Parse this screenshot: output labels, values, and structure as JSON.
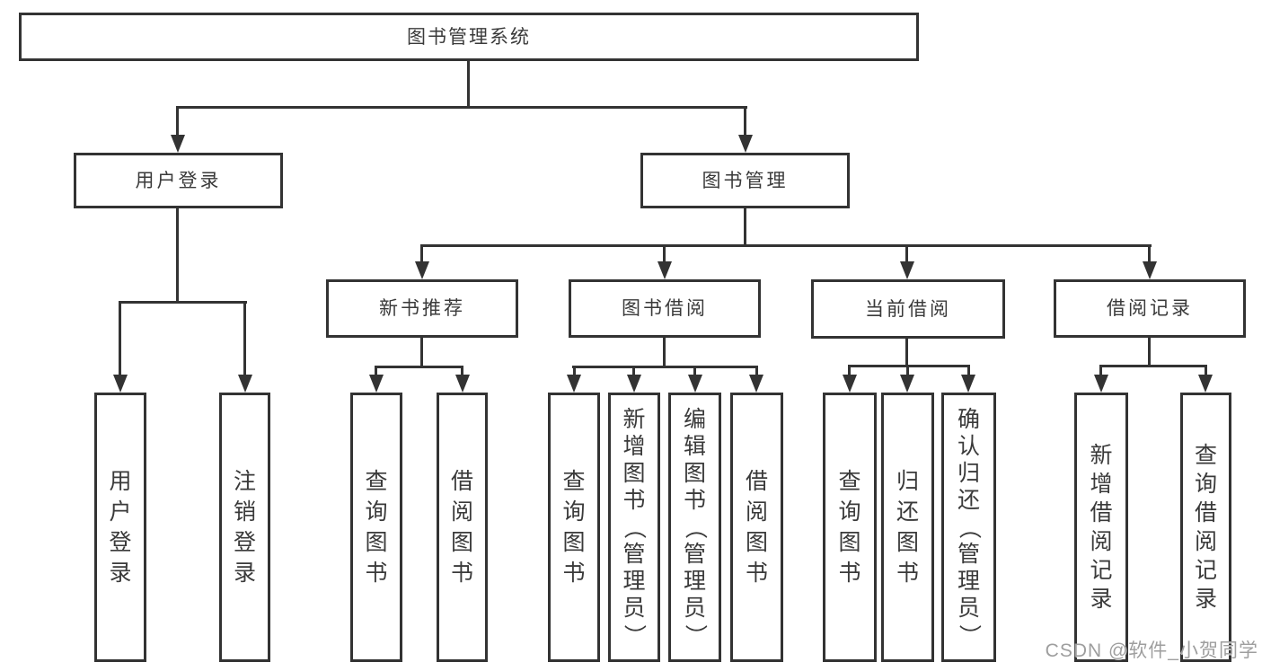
{
  "nodes": {
    "root": {
      "label": "图书管理系统"
    },
    "level2": [
      {
        "label": "用户登录"
      },
      {
        "label": "图书管理"
      }
    ],
    "level3": [
      {
        "label": "新书推荐"
      },
      {
        "label": "图书借阅"
      },
      {
        "label": "当前借阅"
      },
      {
        "label": "借阅记录"
      }
    ],
    "leaves": [
      {
        "label": "用户登录"
      },
      {
        "label": "注销登录"
      },
      {
        "label": "查询图书"
      },
      {
        "label": "借阅图书"
      },
      {
        "label": "查询图书"
      },
      {
        "label": "新增图书（管理员）"
      },
      {
        "label": "编辑图书（管理员）"
      },
      {
        "label": "借阅图书"
      },
      {
        "label": "查询图书"
      },
      {
        "label": "归还图书"
      },
      {
        "label": "确认归还（管理员）"
      },
      {
        "label": "新增借阅记录"
      },
      {
        "label": "查询借阅记录"
      }
    ]
  },
  "watermark": "CSDN @软件_小贺同学",
  "colors": {
    "line": "#333333",
    "text": "#3a3a3a",
    "watermark": "#9e9e9e",
    "background": "#ffffff"
  }
}
